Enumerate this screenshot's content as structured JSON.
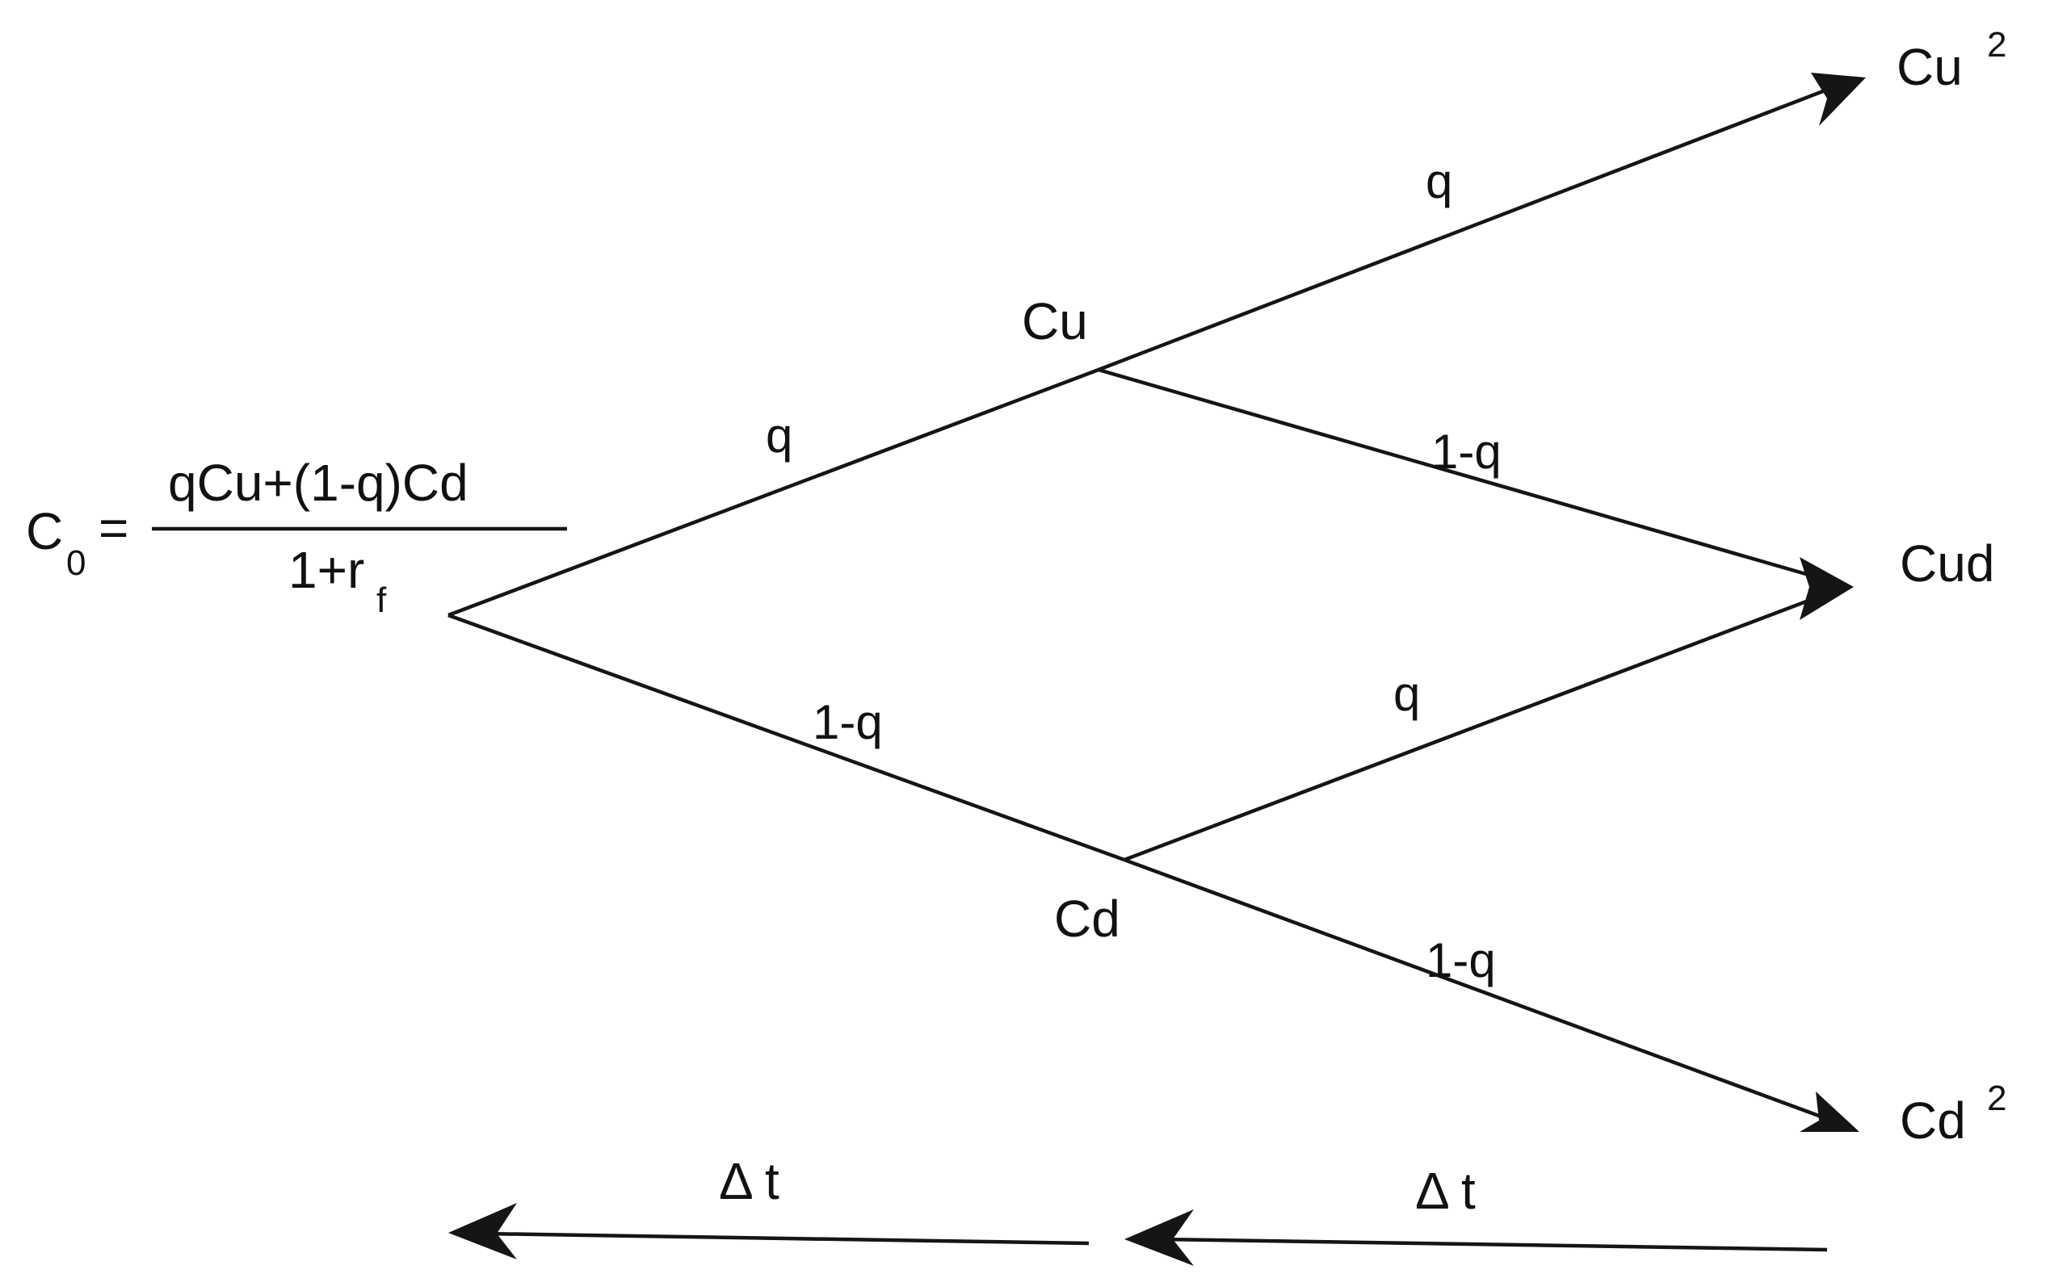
{
  "formula": {
    "lhs": "C",
    "lhs_sub": "0",
    "equals": "=",
    "numerator": "qCu+(1-q)Cd",
    "denominator": "1+r",
    "denominator_sub": "f"
  },
  "nodes": {
    "up": "Cu",
    "down": "Cd",
    "up_up": "Cu",
    "up_up_sup": "2",
    "up_down": "Cud",
    "down_down": "Cd",
    "down_down_sup": "2"
  },
  "edge_labels": {
    "root_to_up": "q",
    "root_to_down": "1-q",
    "up_to_upup": "q",
    "up_to_updown": "1-q",
    "down_to_updown": "q",
    "down_to_downdown": "1-q"
  },
  "time_steps": {
    "left": "Δ t",
    "right": "Δ t"
  }
}
